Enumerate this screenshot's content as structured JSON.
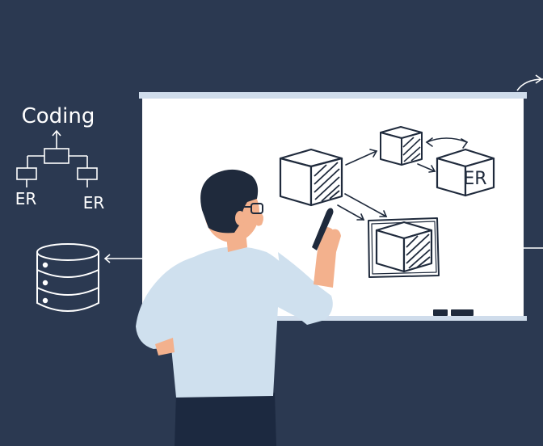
{
  "left_diagram": {
    "title": "Coding",
    "left_label": "ER",
    "right_label": "ER"
  },
  "whiteboard": {
    "er_label": "ER"
  },
  "colors": {
    "background": "#2b3951",
    "board": "#ffffff",
    "board_frame": "#cfdceb",
    "line_dark": "#1f2a3c",
    "shirt": "#cfe0ee",
    "skin": "#f3b18d",
    "hair": "#1f2a3c",
    "pants": "#1c2940"
  }
}
